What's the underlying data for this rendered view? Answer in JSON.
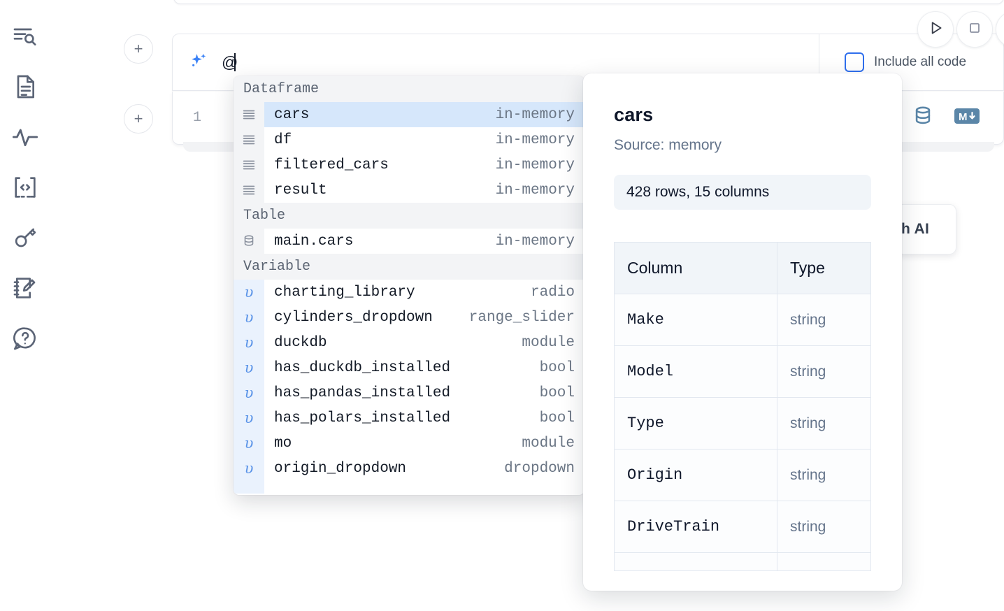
{
  "sidebar": {
    "items": [
      {
        "name": "explore-search-icon",
        "label": "Explore"
      },
      {
        "name": "document-icon",
        "label": "Notebook"
      },
      {
        "name": "activity-pulse-icon",
        "label": "Activity"
      },
      {
        "name": "code-snippet-icon",
        "label": "Snippets"
      },
      {
        "name": "key-icon",
        "label": "Secrets"
      },
      {
        "name": "scratchpad-edit-icon",
        "label": "Scratchpad"
      },
      {
        "name": "help-chat-icon",
        "label": "Help"
      }
    ]
  },
  "toolbar": {
    "run_label": "Run",
    "stop_label": "Stop",
    "more_label": "More",
    "include_all_code_label": "Include all code",
    "include_all_code_checked": false,
    "accent_color": "#2f6fed"
  },
  "ai_cell": {
    "sparkle_icon": "sparkle-icon",
    "input_value": "@",
    "placeholder": ""
  },
  "code_cell": {
    "line_number": "1",
    "actions": [
      {
        "name": "database-icon",
        "label": "SQL"
      },
      {
        "name": "markdown-icon",
        "label": "M↓"
      }
    ]
  },
  "ai_pill": {
    "label": "h AI"
  },
  "add_buttons": {
    "label": "+"
  },
  "autocomplete": {
    "sections": [
      {
        "title": "Dataframe",
        "icon": "dataframe-icon",
        "rows": [
          {
            "name": "cars",
            "type": "in-memory",
            "selected": true
          },
          {
            "name": "df",
            "type": "in-memory",
            "selected": false
          },
          {
            "name": "filtered_cars",
            "type": "in-memory",
            "selected": false
          },
          {
            "name": "result",
            "type": "in-memory",
            "selected": false
          }
        ]
      },
      {
        "title": "Table",
        "icon": "table-database-icon",
        "rows": [
          {
            "name": "main.cars",
            "type": "in-memory",
            "selected": false
          }
        ]
      },
      {
        "title": "Variable",
        "icon": "variable-icon",
        "glyph": "υ",
        "rows": [
          {
            "name": "charting_library",
            "type": "radio",
            "selected": false
          },
          {
            "name": "cylinders_dropdown",
            "type": "range_slider",
            "selected": false
          },
          {
            "name": "duckdb",
            "type": "module",
            "selected": false
          },
          {
            "name": "has_duckdb_installed",
            "type": "bool",
            "selected": false
          },
          {
            "name": "has_pandas_installed",
            "type": "bool",
            "selected": false
          },
          {
            "name": "has_polars_installed",
            "type": "bool",
            "selected": false
          },
          {
            "name": "mo",
            "type": "module",
            "selected": false
          },
          {
            "name": "origin_dropdown",
            "type": "dropdown",
            "selected": false
          },
          {
            "name": "",
            "type": "",
            "selected": false,
            "clipped": true
          }
        ]
      }
    ]
  },
  "detail": {
    "title": "cars",
    "source": "Source: memory",
    "shape": "428 rows, 15 columns",
    "columns_header": "Column",
    "type_header": "Type",
    "rows": [
      {
        "column": "Make",
        "type": "string"
      },
      {
        "column": "Model",
        "type": "string"
      },
      {
        "column": "Type",
        "type": "string"
      },
      {
        "column": "Origin",
        "type": "string"
      },
      {
        "column": "DriveTrain",
        "type": "string"
      }
    ]
  }
}
